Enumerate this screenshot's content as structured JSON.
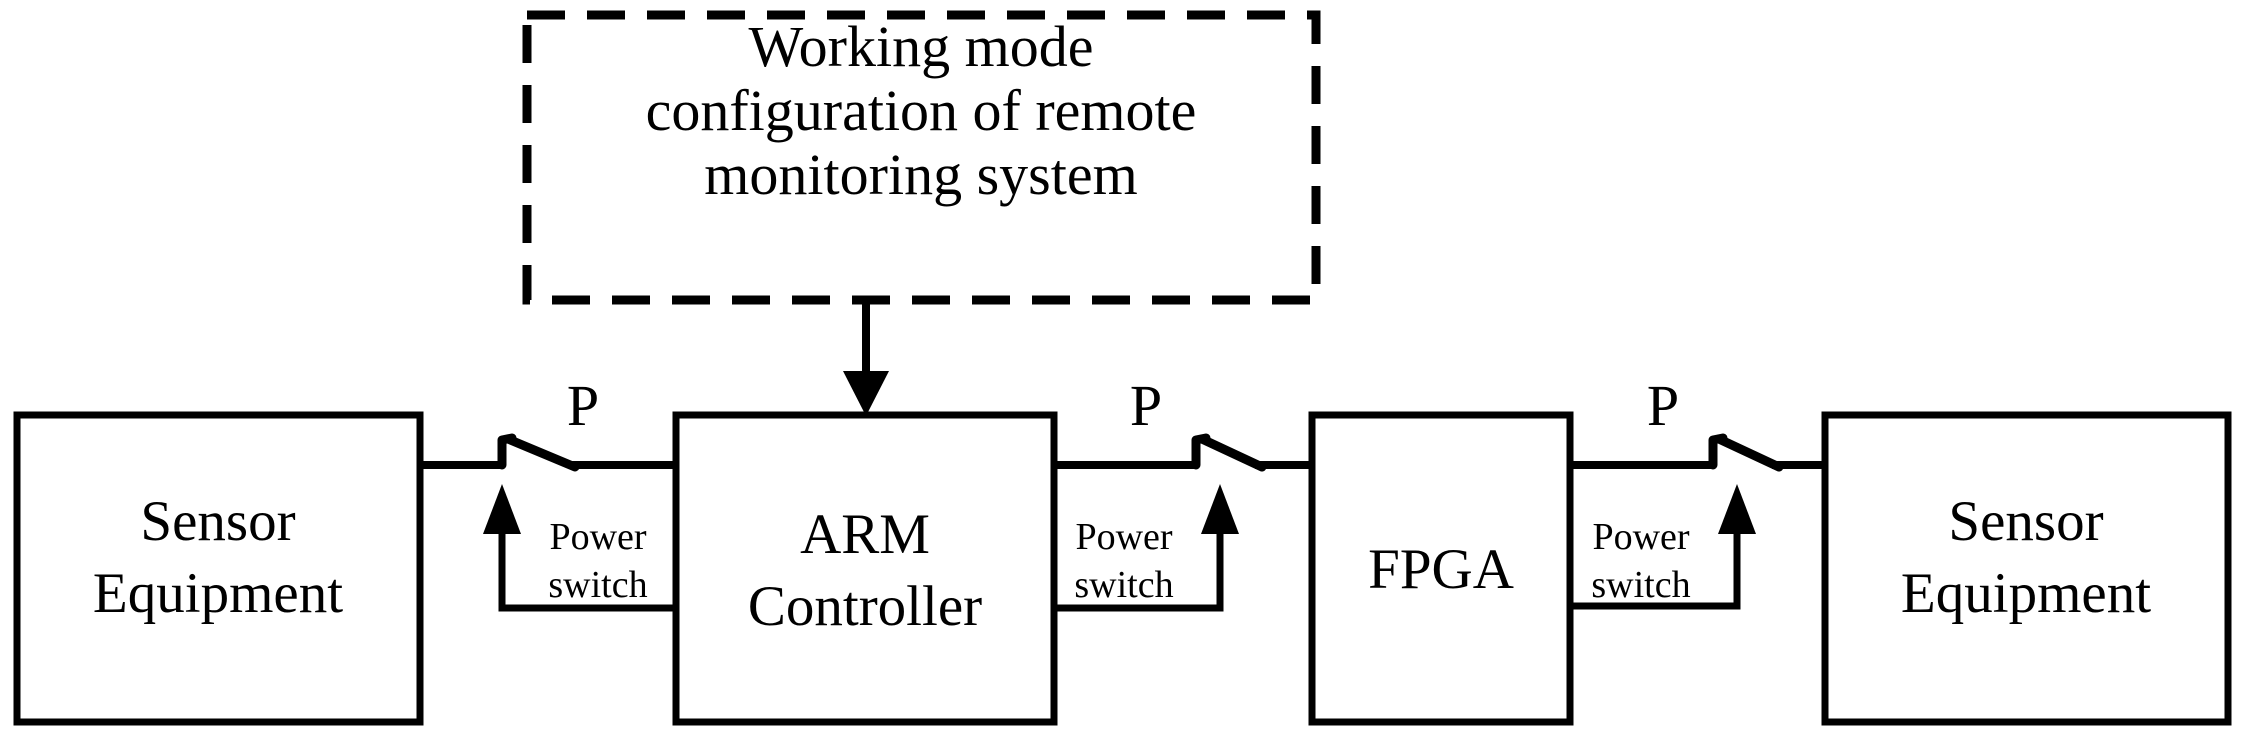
{
  "diagram": {
    "title_box": {
      "name": "working-mode-config",
      "lines": [
        "Working mode",
        "configuration of remote",
        "monitoring system"
      ],
      "border_style": "dashed"
    },
    "blocks": [
      {
        "id": "sensor-left",
        "lines": [
          "Sensor",
          "Equipment"
        ]
      },
      {
        "id": "arm",
        "lines": [
          "ARM",
          "Controller"
        ]
      },
      {
        "id": "fpga",
        "lines": [
          "FPGA"
        ]
      },
      {
        "id": "sensor-right",
        "lines": [
          "Sensor",
          "Equipment"
        ]
      }
    ],
    "switches": [
      {
        "id": "switch-1",
        "terminal_label": "P",
        "label_line1": "Power",
        "label_line2": "switch",
        "state": "open"
      },
      {
        "id": "switch-2",
        "terminal_label": "P",
        "label_line1": "Power",
        "label_line2": "switch",
        "state": "open"
      },
      {
        "id": "switch-3",
        "terminal_label": "P",
        "label_line1": "Power",
        "label_line2": "switch",
        "state": "open"
      }
    ],
    "colors": {
      "stroke": "#000000",
      "background": "#ffffff"
    }
  }
}
